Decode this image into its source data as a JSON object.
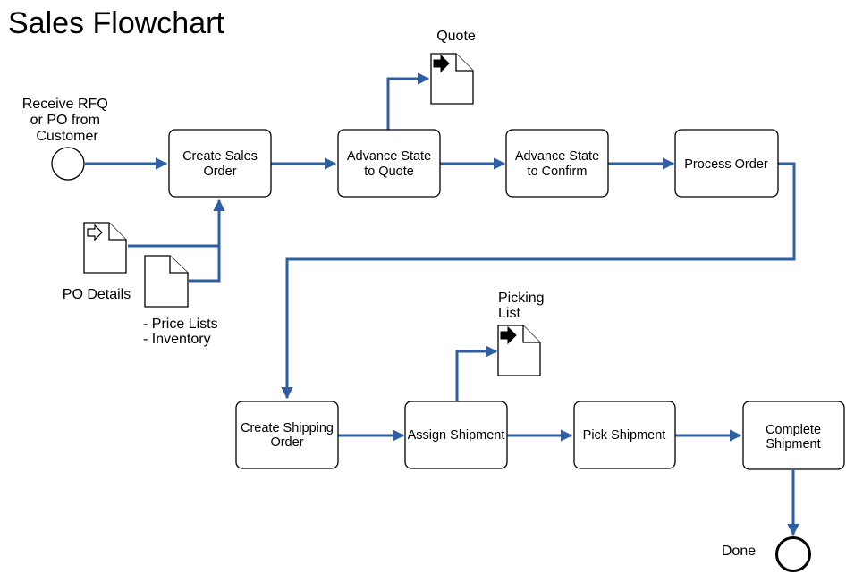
{
  "title": "Sales Flowchart",
  "start_label": [
    "Receive RFQ",
    "or PO from",
    "Customer"
  ],
  "end_label": "Done",
  "documents": {
    "po_details": "PO Details",
    "price_lists": [
      "- Price Lists",
      "- Inventory"
    ],
    "quote": "Quote",
    "picking_list": [
      "Picking",
      "List"
    ]
  },
  "steps": [
    {
      "id": "create-sales-order",
      "lines": [
        "Create Sales",
        "Order"
      ]
    },
    {
      "id": "advance-state-to-quote",
      "lines": [
        "Advance State",
        "to Quote"
      ]
    },
    {
      "id": "advance-state-to-confirm",
      "lines": [
        "Advance State",
        "to Confirm"
      ]
    },
    {
      "id": "process-order",
      "lines": [
        "Process Order"
      ]
    },
    {
      "id": "create-shipping-order",
      "lines": [
        "Create Shipping",
        "Order"
      ]
    },
    {
      "id": "assign-shipment",
      "lines": [
        "Assign Shipment"
      ]
    },
    {
      "id": "pick-shipment",
      "lines": [
        "Pick Shipment"
      ]
    },
    {
      "id": "complete-shipment",
      "lines": [
        "Complete",
        "Shipment"
      ]
    }
  ],
  "colors": {
    "flow": "#2e5fa3",
    "outline": "#000000",
    "background": "#ffffff"
  },
  "icons": {
    "input_doc": "outline-arrow-icon",
    "output_doc": "filled-arrow-icon"
  }
}
